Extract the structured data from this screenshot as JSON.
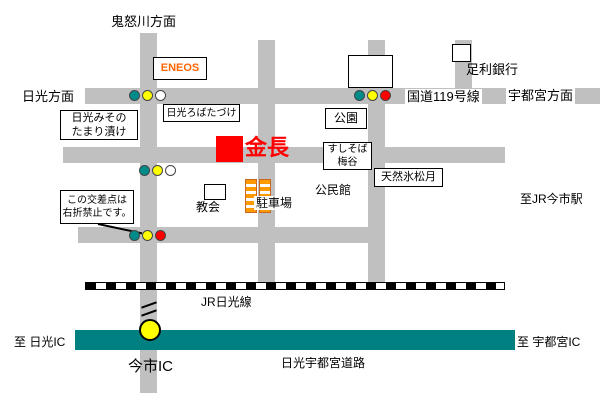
{
  "colors": {
    "road": "#c0c0c0",
    "highway": "#008080",
    "destination_red": "#ff0000",
    "eneos_orange": "#ff6600",
    "ic_circle_yellow": "#ffff00",
    "parking_orange": "#ff9900",
    "signal_green": "#008b8b",
    "signal_yellow": "#ffff00",
    "signal_red": "#ff0000",
    "signal_off": "#ffffff"
  },
  "labels": {
    "kinugawa_direction": "鬼怒川方面",
    "nikko_direction": "日光方面",
    "route119": "国道119号線",
    "utsunomiya_direction": "宇都宮方面",
    "eneos": "ENEOS",
    "ashikaga_bank": "足利銀行",
    "nikko_misono_tamarizuke": "日光みその\nたまり漬け",
    "nikko_robatazuke": "日光ろばたづけ",
    "park": "公園",
    "kincho": "金長",
    "sushi_soba_umetani": "すしそば\n梅谷",
    "tennen_kori_shogetsu": "天然氷松月",
    "church": "教会",
    "parking": "駐車場",
    "community_center": "公民館",
    "to_jr_imaichi_station": "至JR今市駅",
    "no_right_turn_notice": "この交差点は\n右折禁止です。",
    "jr_nikko_line": "JR日光線",
    "to_nikko_ic": "至 日光IC",
    "to_utsunomiya_ic": "至 宇都宮IC",
    "imaichi_ic": "今市IC",
    "nikko_utsunomiya_road": "日光宇都宮道路"
  },
  "traffic_lights": [
    {
      "location": "route119-west-intersection",
      "colors": [
        "#008b8b",
        "#ffff00",
        "#ffffff"
      ]
    },
    {
      "location": "route119-east-intersection",
      "colors": [
        "#008b8b",
        "#ffff00",
        "#ff0000"
      ]
    },
    {
      "location": "middle-road-west-intersection",
      "colors": [
        "#008b8b",
        "#ffff00",
        "#ffffff"
      ]
    },
    {
      "location": "lower-road-west-intersection",
      "colors": [
        "#008b8b",
        "#ffff00",
        "#ff0000"
      ]
    }
  ]
}
